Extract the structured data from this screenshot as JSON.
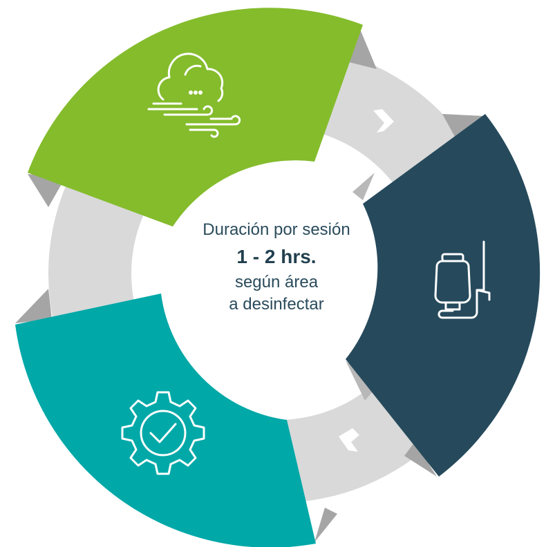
{
  "center": {
    "line1": "Duración por sesión",
    "line2": "1 - 2 hrs.",
    "line3": "según área",
    "line4": "a desinfectar"
  },
  "segments": [
    {
      "name": "fog",
      "color": "#84bc2c",
      "icon": "cloud-wind-icon"
    },
    {
      "name": "sprayer",
      "color": "#264a5c",
      "icon": "sprayer-icon"
    },
    {
      "name": "process",
      "color": "#00a8a8",
      "icon": "gear-check-icon"
    }
  ],
  "connector_colors": {
    "band": "#d9d9d9",
    "fold": "#9e9e9e"
  }
}
